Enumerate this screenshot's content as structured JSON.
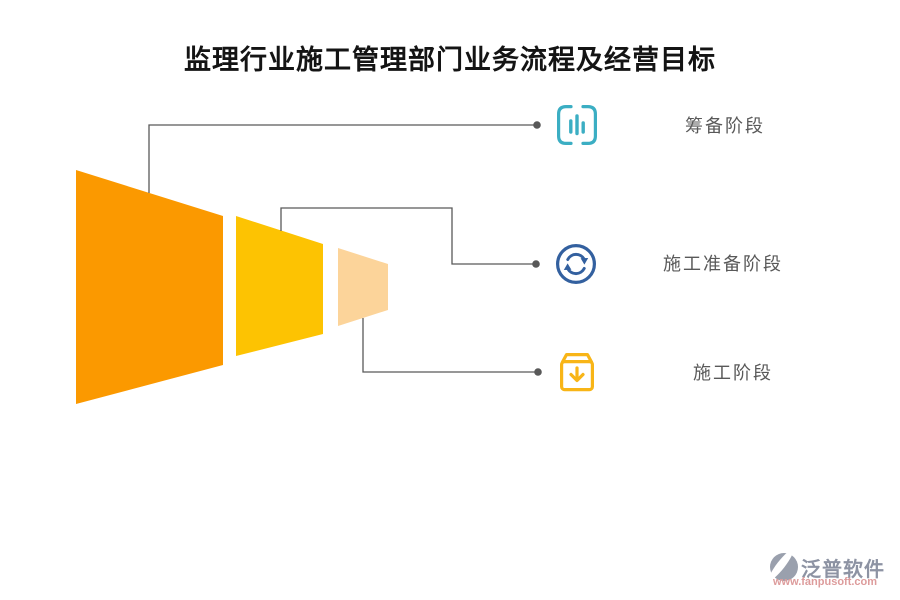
{
  "title": "监理行业施工管理部门业务流程及经营目标",
  "colors": {
    "funnel_stage1": "#FB9900",
    "funnel_stage2": "#FDC302",
    "funnel_stage3": "#FCD49A",
    "connector": "#595959",
    "stage1_icon": "#3BAEC3",
    "stage2_icon": "#33609F",
    "stage3_icon": "#F8B517",
    "label_text": "#595959",
    "logo_mark": "#9AA0AD",
    "logo_text": "#8D93A3",
    "logo_url_text": "#DD9C9C"
  },
  "stages": [
    {
      "label": "筹备阶段",
      "icon": "bar-chart-icon"
    },
    {
      "label": "施工准备阶段",
      "icon": "sync-refresh-icon"
    },
    {
      "label": "施工阶段",
      "icon": "box-download-icon"
    }
  ],
  "footer": {
    "brand": "泛普软件",
    "url": "www.fanpusoft.com"
  }
}
